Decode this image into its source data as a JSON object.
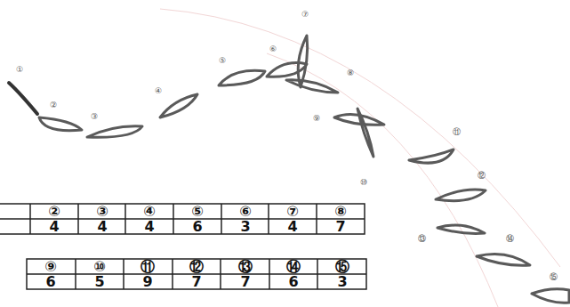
{
  "diagram": {
    "labels": [
      "②",
      "③",
      "④",
      "⑤",
      "⑥",
      "⑦",
      "⑧",
      "4",
      "4",
      "4",
      "6",
      "3",
      "4",
      "7",
      "⑨",
      "⑩",
      "⑪",
      "⑫",
      "⑬",
      "⑭",
      "⑮",
      "6",
      "5",
      "9",
      "7",
      "7",
      "6",
      "3",
      "①",
      "②",
      "③",
      "④",
      "⑤",
      "⑥",
      "⑦",
      "⑧",
      "⑨",
      "⑩",
      "⑪",
      "⑫",
      "⑬",
      "⑭",
      "⑮"
    ]
  }
}
